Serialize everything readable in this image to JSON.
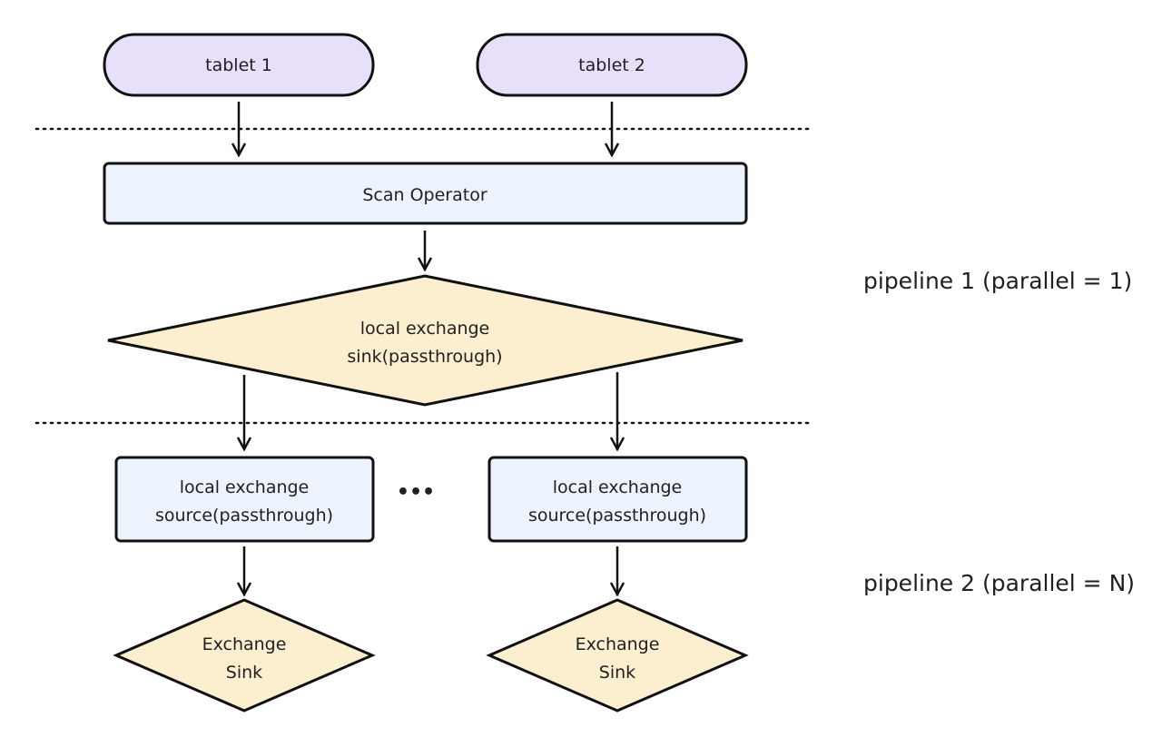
{
  "nodes": {
    "tablet1": "tablet 1",
    "tablet2": "tablet 2",
    "scan": "Scan Operator",
    "le_sink": [
      "local exchange",
      "sink(passthrough)"
    ],
    "le_source1": [
      "local exchange",
      "source(passthrough)"
    ],
    "le_source2": [
      "local exchange",
      "source(passthrough)"
    ],
    "ellipsis": "•••",
    "ex_sink1": [
      "Exchange",
      "Sink"
    ],
    "ex_sink2": [
      "Exchange",
      "Sink"
    ]
  },
  "labels": {
    "pipeline1": "pipeline 1 (parallel = 1)",
    "pipeline2": "pipeline 2 (parallel = N)"
  },
  "colors": {
    "tablet_fill": "#e8e0fb",
    "scan_fill": "#edf3fc",
    "diamond_fill": "#fbefcf",
    "source_fill": "#edf3fc"
  }
}
